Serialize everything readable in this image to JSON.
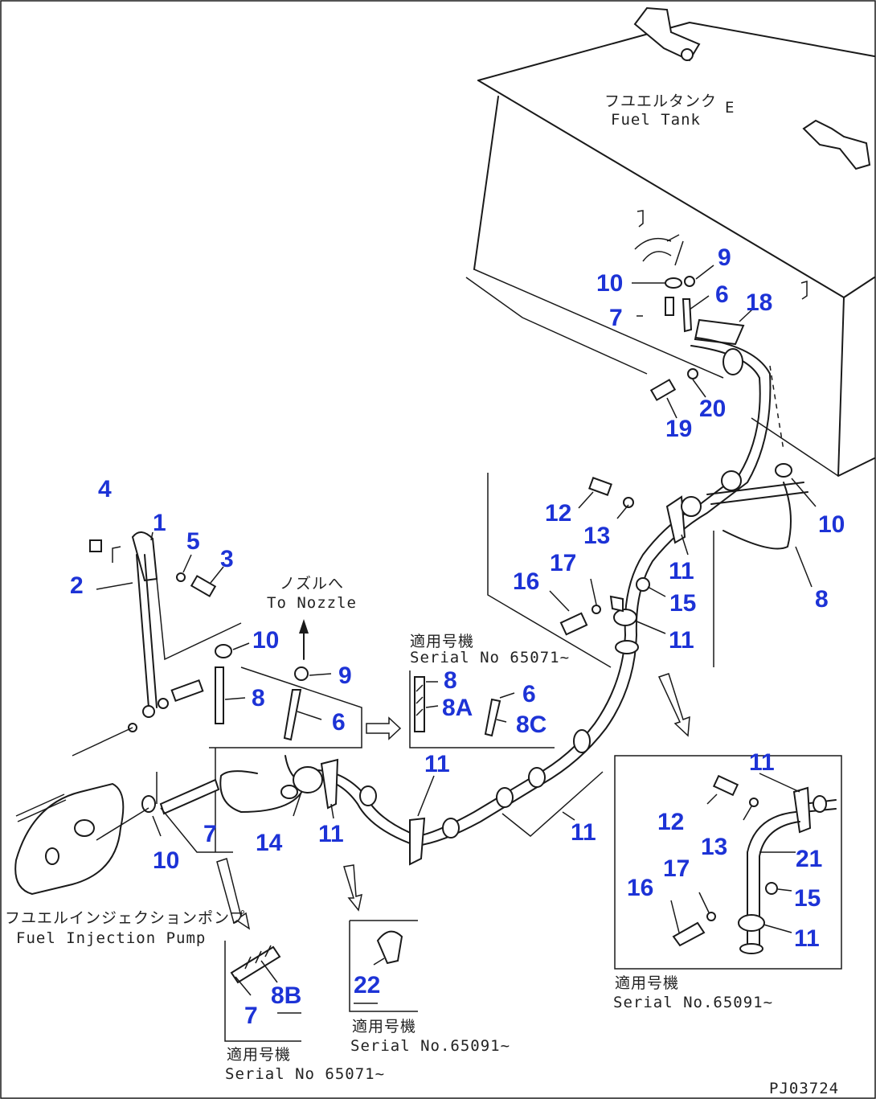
{
  "colors": {
    "callout": "#1d33d6",
    "ink": "#1a1a1a",
    "background": "#ffffff"
  },
  "labels": {
    "fuel_tank_jp": "フユエルタンク",
    "fuel_tank_en": "Fuel Tank",
    "nozzle_jp": "ノズルへ",
    "nozzle_en": "To Nozzle",
    "pump_jp": "フユエルインジェクションポンプ",
    "pump_en": "Fuel Injection Pump",
    "serial_jp": "適用号機",
    "serial_65071_a": "Serial No 65071~",
    "serial_65071_b": "Serial No 65071~",
    "serial_65091_a": "Serial No.65091~",
    "serial_65091_b": "Serial No.65091~",
    "drawing_no": "PJ03724"
  },
  "callouts": [
    {
      "id": "c9a",
      "text": "9"
    },
    {
      "id": "c10a",
      "text": "10"
    },
    {
      "id": "c6a",
      "text": "6"
    },
    {
      "id": "c18",
      "text": "18"
    },
    {
      "id": "c7a",
      "text": "7"
    },
    {
      "id": "c20",
      "text": "20"
    },
    {
      "id": "c19",
      "text": "19"
    },
    {
      "id": "c10b",
      "text": "10"
    },
    {
      "id": "c8a",
      "text": "8"
    },
    {
      "id": "c12a",
      "text": "12"
    },
    {
      "id": "c13a",
      "text": "13"
    },
    {
      "id": "c11a",
      "text": "11"
    },
    {
      "id": "c17a",
      "text": "17"
    },
    {
      "id": "c16a",
      "text": "16"
    },
    {
      "id": "c15a",
      "text": "15"
    },
    {
      "id": "c11b",
      "text": "11"
    },
    {
      "id": "c4",
      "text": "4"
    },
    {
      "id": "c1",
      "text": "1"
    },
    {
      "id": "c5",
      "text": "5"
    },
    {
      "id": "c2",
      "text": "2"
    },
    {
      "id": "c3",
      "text": "3"
    },
    {
      "id": "c10c",
      "text": "10"
    },
    {
      "id": "c8b",
      "text": "8"
    },
    {
      "id": "c9b",
      "text": "9"
    },
    {
      "id": "c6b",
      "text": "6"
    },
    {
      "id": "c8c",
      "text": "8"
    },
    {
      "id": "c8A",
      "text": "8A"
    },
    {
      "id": "c6c",
      "text": "6"
    },
    {
      "id": "c8C",
      "text": "8C"
    },
    {
      "id": "c11c",
      "text": "11"
    },
    {
      "id": "c7b",
      "text": "7"
    },
    {
      "id": "c14",
      "text": "14"
    },
    {
      "id": "c11d",
      "text": "11"
    },
    {
      "id": "c11e",
      "text": "11"
    },
    {
      "id": "c10d",
      "text": "10"
    },
    {
      "id": "c11f",
      "text": "11"
    },
    {
      "id": "c12b",
      "text": "12"
    },
    {
      "id": "c13b",
      "text": "13"
    },
    {
      "id": "c21",
      "text": "21"
    },
    {
      "id": "c17b",
      "text": "17"
    },
    {
      "id": "c16b",
      "text": "16"
    },
    {
      "id": "c15b",
      "text": "15"
    },
    {
      "id": "c11g",
      "text": "11"
    },
    {
      "id": "c8B",
      "text": "8B"
    },
    {
      "id": "c7c",
      "text": "7"
    },
    {
      "id": "c22",
      "text": "22"
    }
  ]
}
